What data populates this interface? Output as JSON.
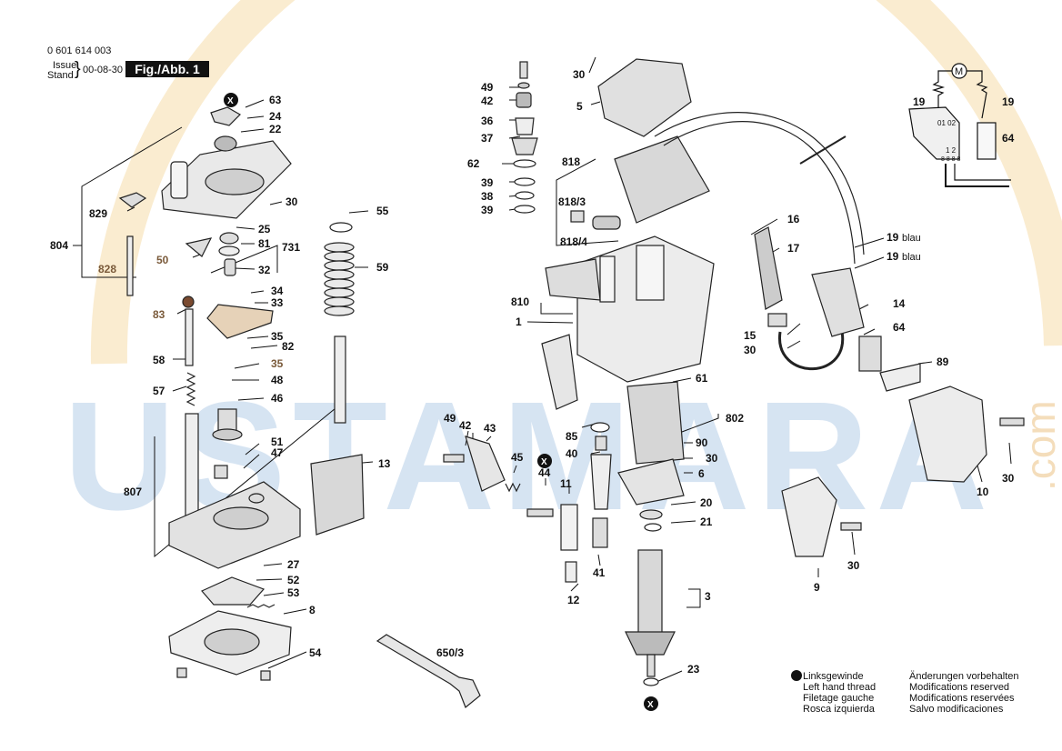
{
  "header": {
    "doc_number": "0 601 614 003",
    "issue_label": "Issue",
    "stand_label": "Stand",
    "issue_date": "00-08-30",
    "figure": "Fig./Abb. 1"
  },
  "watermark": {
    "text": "USTAMARA",
    "suffix": ".com"
  },
  "legend": {
    "left_thread_symbol": "X",
    "col1": [
      "Linksgewinde",
      "Left hand thread",
      "Filetage gauche",
      "Rosca izquierda"
    ],
    "col2": [
      "Änderungen vorbehalten",
      "Modifications reserved",
      "Modifications reservées",
      "Salvo modificaciones"
    ]
  },
  "wiring": {
    "motor_symbol": "M",
    "switch_terminals_top": "01 02",
    "switch_terminals_mid": "1  2",
    "switch_terminals_bot": "8 8 8 8"
  },
  "parts": {
    "p63": "63",
    "p24": "24",
    "p22": "22",
    "p30a": "30",
    "p829": "829",
    "p804": "804",
    "p25": "25",
    "p81": "81",
    "p731": "731",
    "p50": "50",
    "p828": "828",
    "p32": "32",
    "p34": "34",
    "p33": "33",
    "p83": "83",
    "p35a": "35",
    "p82": "82",
    "p58": "58",
    "p35b": "35",
    "p48": "48",
    "p57": "57",
    "p46": "46",
    "p51": "51",
    "p47": "47",
    "p807": "807",
    "p13": "13",
    "p27": "27",
    "p52": "52",
    "p53": "53",
    "p8": "8",
    "p54": "54",
    "p55": "55",
    "p59": "59",
    "p650_3": "650/3",
    "p49a": "49",
    "p42a": "42",
    "p36": "36",
    "p37": "37",
    "p62": "62",
    "p39a": "39",
    "p38": "38",
    "p39b": "39",
    "p30b": "30",
    "p5": "5",
    "p818": "818",
    "p818_3": "818/3",
    "p818_4": "818/4",
    "p810": "810",
    "p1": "1",
    "p16": "16",
    "p17": "17",
    "p19a": "19",
    "p19b": "19",
    "p19blau1": "19",
    "p19blau2": "19",
    "blau": "blau",
    "p64a": "64",
    "p14": "14",
    "p15": "15",
    "p30c": "30",
    "p64b": "64",
    "p89": "89",
    "p85": "85",
    "p61": "61",
    "p802": "802",
    "p90": "90",
    "p30d": "30",
    "p6": "6",
    "p40": "40",
    "p49b": "49",
    "p42b": "42",
    "p43": "43",
    "p45": "45",
    "p44": "44",
    "p11": "11",
    "p20": "20",
    "p21": "21",
    "p41": "41",
    "p12": "12",
    "p3": "3",
    "p23": "23",
    "p30e": "30",
    "p10": "10",
    "p30f": "30",
    "p9": "9"
  }
}
